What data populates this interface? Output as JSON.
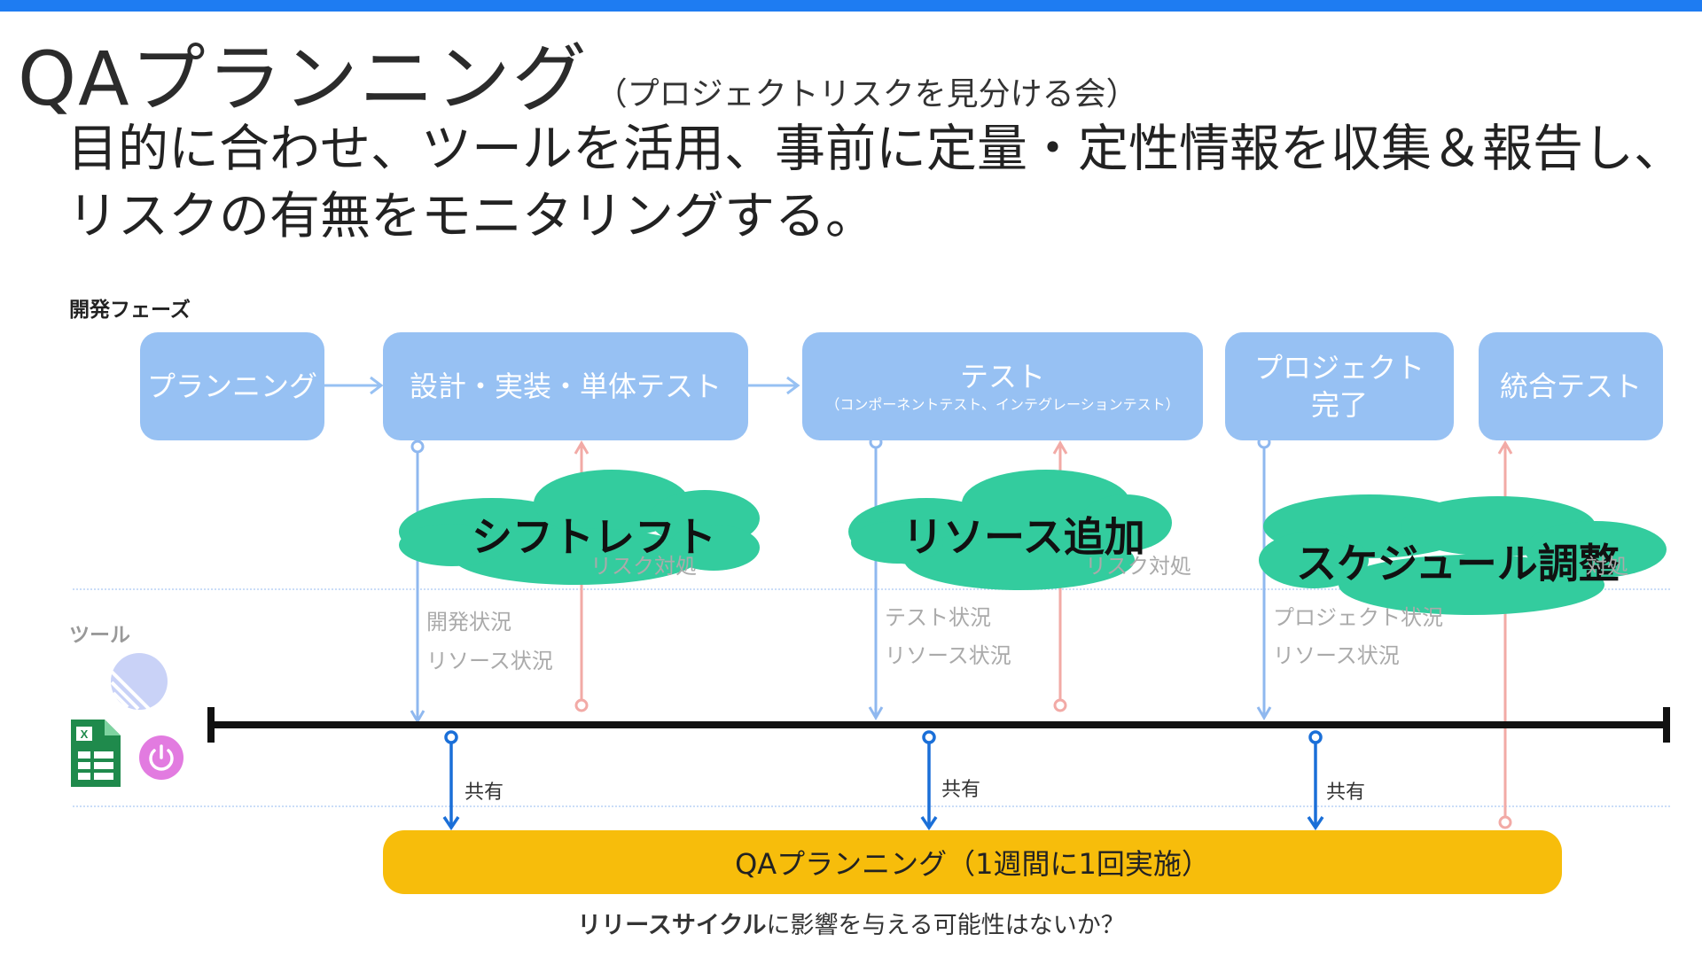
{
  "header": {
    "title": "QAプランニング",
    "subtitle": "（プロジェクトリスクを見分ける会）",
    "lead_line1": "目的に合わせ、ツールを活用、事前に定量・定性情報を収集＆報告し、",
    "lead_line2": "リスクの有無をモニタリングする。"
  },
  "sections": {
    "dev_phase": "開発フェーズ",
    "tools": "ツール"
  },
  "phases": [
    {
      "label": "プランニング",
      "sub": ""
    },
    {
      "label": "設計・実装・単体テスト",
      "sub": ""
    },
    {
      "label": "テスト",
      "sub": "（コンポーネントテスト、インテグレーションテスト）"
    },
    {
      "label": "プロジェクト\n完了",
      "sub": ""
    },
    {
      "label": "統合テスト",
      "sub": ""
    }
  ],
  "clouds": [
    "シフトレフト",
    "リソース追加",
    "スケジュール調整"
  ],
  "risk_labels": [
    "リスク対処",
    "リスク対処",
    "対処"
  ],
  "status_groups": [
    [
      "開発状況",
      "リソース状況"
    ],
    [
      "テスト状況",
      "リソース状況"
    ],
    [
      "プロジェクト状況",
      "リソース状況"
    ]
  ],
  "share_labels": [
    "共有",
    "共有",
    "共有"
  ],
  "qa_bar": "QAプランニング（1週間に1回実施）",
  "question": {
    "bold": "リリースサイクル",
    "rest": "に影響を与える可能性はないか？"
  },
  "icons": [
    "linear-icon",
    "spreadsheet-icon",
    "power-icon"
  ],
  "colors": {
    "accent_bar": "#1e7cf2",
    "phase_box": "#97c1f3",
    "cloud": "#33cc9e",
    "qa_bar": "#f7bd0b",
    "collect_arrow": "#8fb8ef",
    "action_arrow": "#f2aaa6",
    "share_arrow": "#1a6fd8"
  }
}
